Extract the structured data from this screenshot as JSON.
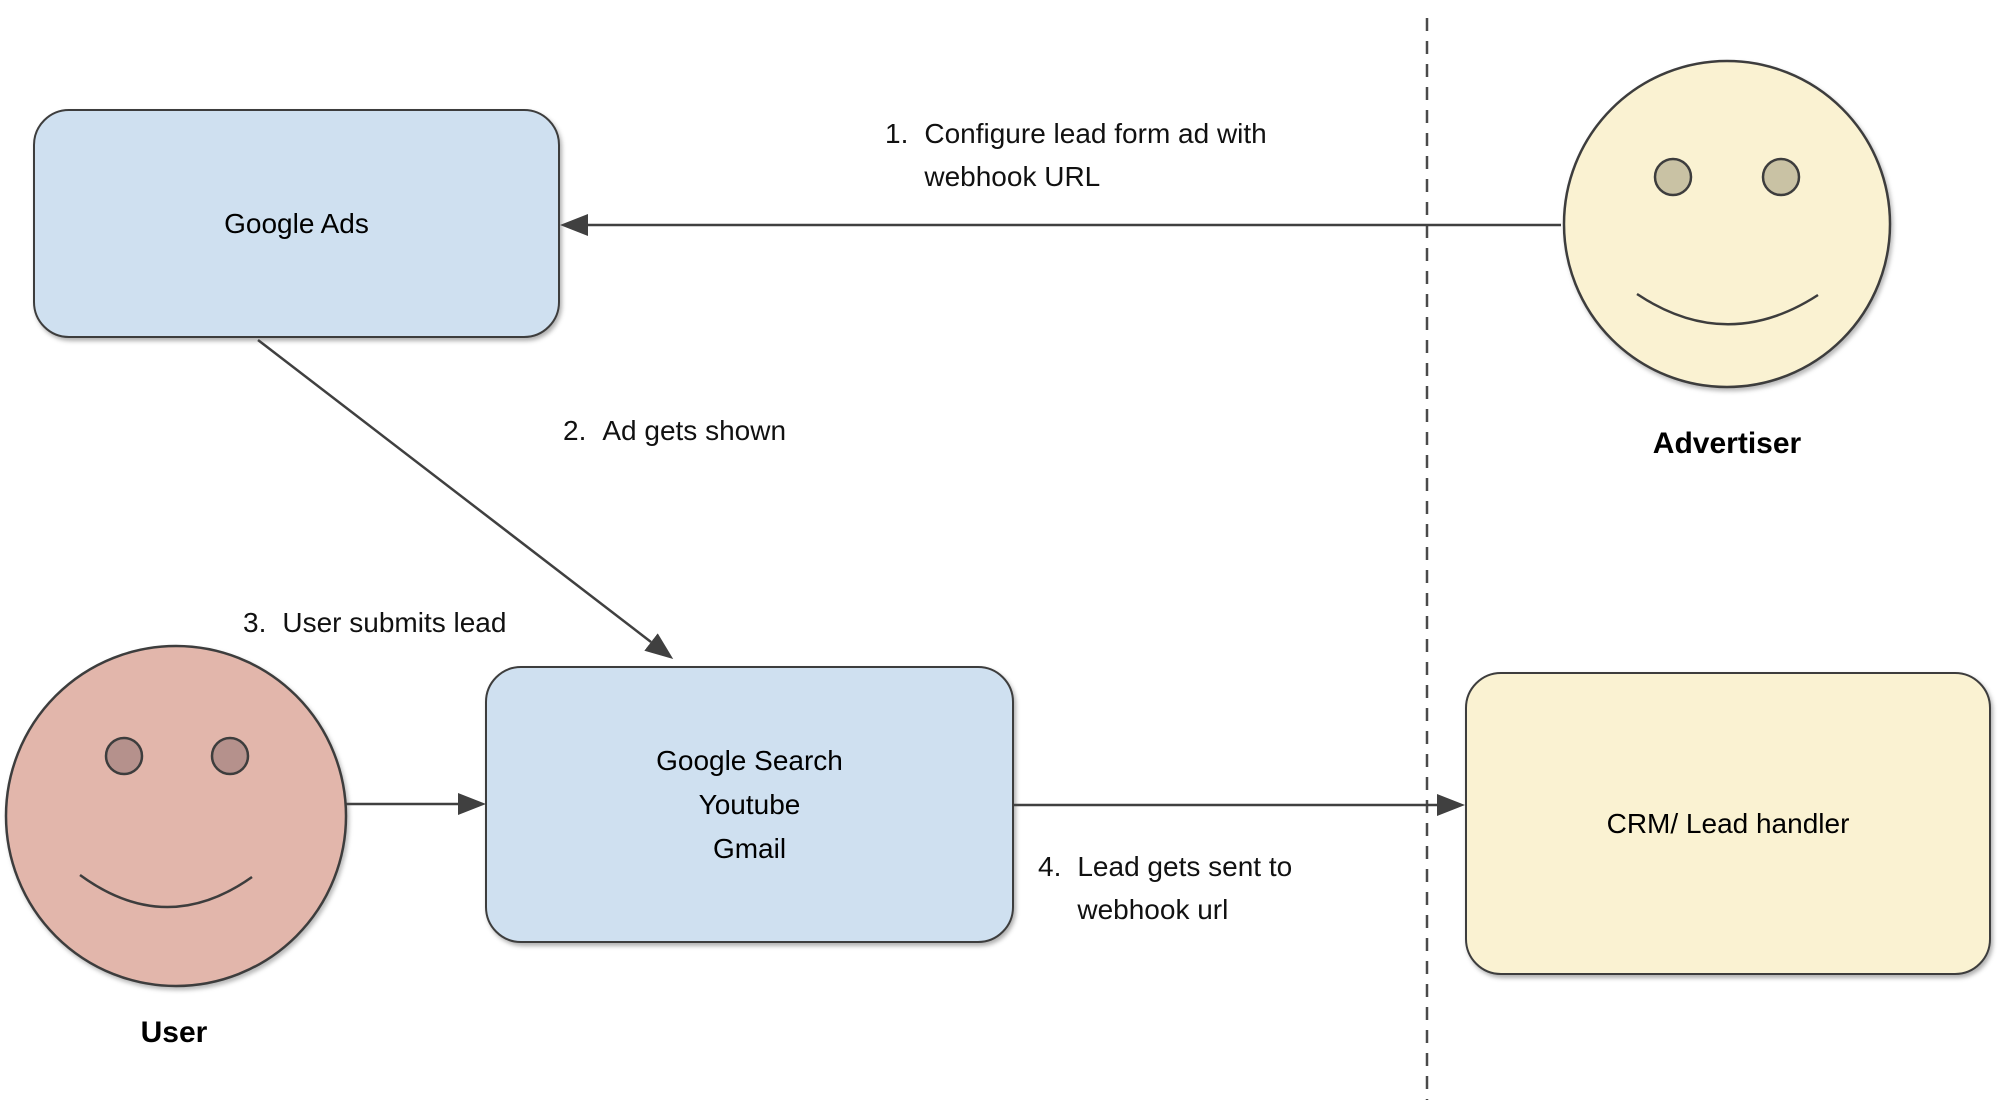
{
  "nodes": {
    "google_ads": {
      "label": "Google Ads",
      "fill": "#cfe0f0"
    },
    "platforms": {
      "lines": [
        "Google Search",
        "Youtube",
        "Gmail"
      ],
      "fill": "#cfe0f0"
    },
    "crm": {
      "label": "CRM/ Lead handler",
      "fill": "#faf2d2"
    }
  },
  "actors": {
    "advertiser": {
      "label": "Advertiser",
      "face_fill": "#faf2d2",
      "eye_fill": "#c9c2a4"
    },
    "user": {
      "label": "User",
      "face_fill": "#e2b6ab",
      "eye_fill": "#b5918c"
    }
  },
  "steps": [
    {
      "num": "1.",
      "lines": [
        "Configure lead form ad with",
        "webhook URL"
      ]
    },
    {
      "num": "2.",
      "lines": [
        "Ad gets shown"
      ]
    },
    {
      "num": "3.",
      "lines": [
        "User submits lead"
      ]
    },
    {
      "num": "4.",
      "lines": [
        "Lead gets sent to",
        "webhook url"
      ]
    }
  ],
  "colors": {
    "box_blue": "#cfe0f0",
    "box_yellow": "#faf2d2",
    "face_pink": "#e2b6ab",
    "eye_pink": "#b5918c",
    "eye_tan": "#c9c2a4",
    "stroke": "#3d3d3d",
    "arrow": "#404040",
    "background": "#ffffff"
  }
}
